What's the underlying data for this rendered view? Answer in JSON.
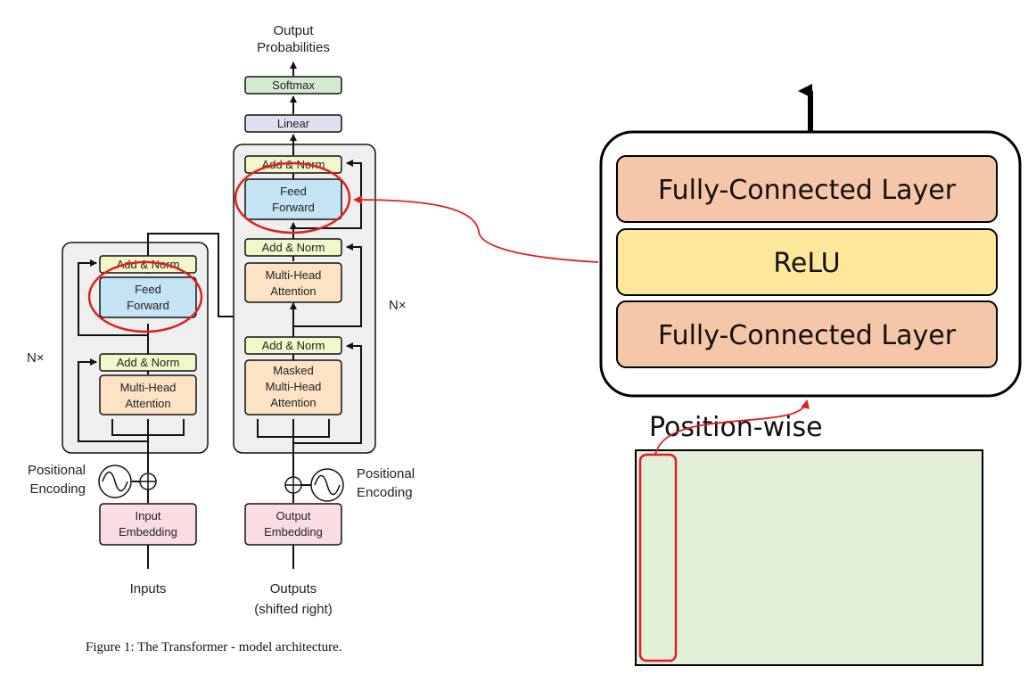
{
  "colors": {
    "embedding": "#f9dde3",
    "attention": "#fde2c3",
    "add_norm": "#f2f7c9",
    "feed_forward": "#c4e3f3",
    "linear": "#dfe0f2",
    "softmax": "#d4ebd1",
    "stack_bg": "#efefef",
    "fc_layer": "#f6c6a8",
    "relu": "#fde79b",
    "sequence": "#e2efd9",
    "highlight": "#e02020"
  },
  "encoder": {
    "input_label": "Inputs",
    "embedding": [
      "Input",
      "Embedding"
    ],
    "positional_encoding": [
      "Positional",
      "Encoding"
    ],
    "repeat": "N×",
    "add_norm_1": "Add & Norm",
    "attention": [
      "Multi-Head",
      "Attention"
    ],
    "add_norm_2": "Add & Norm",
    "feed_forward": [
      "Feed",
      "Forward"
    ]
  },
  "decoder": {
    "output_label": [
      "Outputs",
      "(shifted right)"
    ],
    "embedding": [
      "Output",
      "Embedding"
    ],
    "positional_encoding": [
      "Positional",
      "Encoding"
    ],
    "repeat": "N×",
    "add_norm_1": "Add & Norm",
    "masked_attention": [
      "Masked",
      "Multi-Head",
      "Attention"
    ],
    "add_norm_2": "Add & Norm",
    "attention": [
      "Multi-Head",
      "Attention"
    ],
    "add_norm_3": "Add & Norm",
    "feed_forward": [
      "Feed",
      "Forward"
    ]
  },
  "head": {
    "linear": "Linear",
    "softmax": "Softmax",
    "output": [
      "Output",
      "Probabilities"
    ]
  },
  "caption": "Figure 1: The Transformer - model architecture.",
  "ffn_detail": {
    "layers": [
      "Fully-Connected Layer",
      "ReLU",
      "Fully-Connected Layer"
    ],
    "label": "Position-wise"
  }
}
